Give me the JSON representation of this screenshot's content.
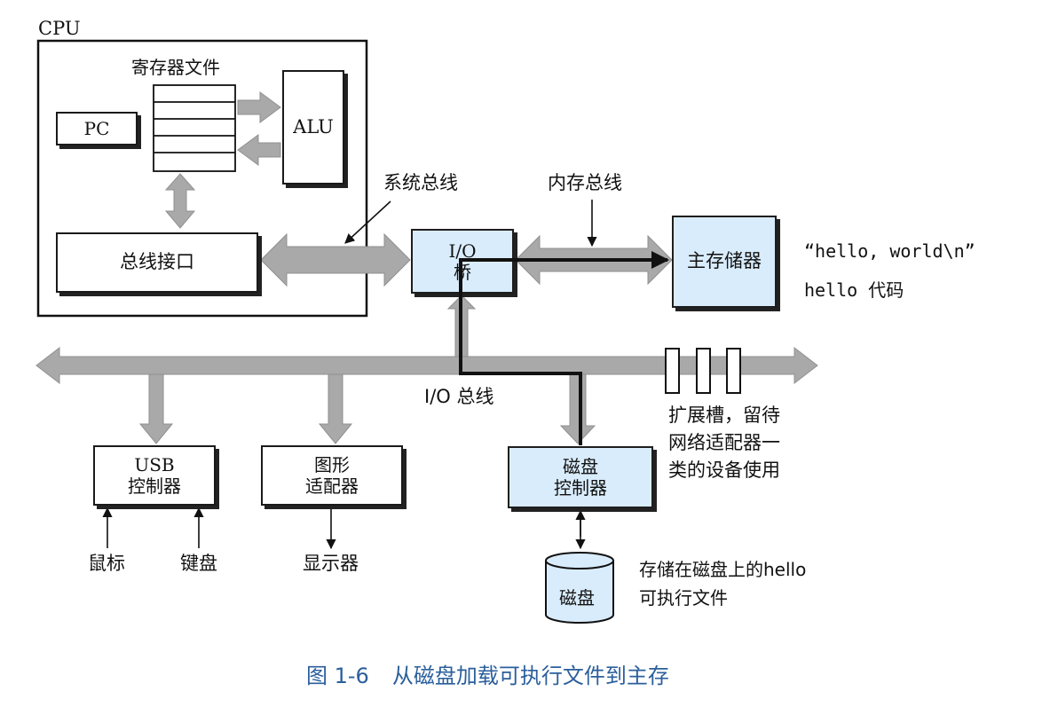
{
  "cpu": {
    "title": "CPU",
    "register_file": "寄存器文件",
    "pc": "PC",
    "alu": "ALU",
    "bus_interface": "总线接口"
  },
  "buses": {
    "system_bus": "系统总线",
    "memory_bus": "内存总线",
    "io_bus": "I/O 总线"
  },
  "io_bridge": {
    "line1": "I/O",
    "line2": "桥"
  },
  "main_memory": {
    "label": "主存储器",
    "data_string": "“hello, world\\n”",
    "code_label": "hello 代码"
  },
  "expansion_slots": {
    "line1": "扩展槽，留待",
    "line2": "网络适配器一",
    "line3": "类的设备使用"
  },
  "usb_controller": {
    "line1": "USB",
    "line2": "控制器",
    "mouse": "鼠标",
    "keyboard": "键盘"
  },
  "graphics_adapter": {
    "line1": "图形",
    "line2": "适配器",
    "display": "显示器"
  },
  "disk_controller": {
    "line1": "磁盘",
    "line2": "控制器"
  },
  "disk": {
    "label": "磁盘",
    "note_line1": "存储在磁盘上的hello",
    "note_line2": "可执行文件"
  },
  "caption": {
    "number": "图 1-6",
    "text": "从磁盘加载可执行文件到主存"
  },
  "colors": {
    "bus_gray": "#a9a9a9",
    "bridge_blue": "#d9ecfb",
    "caption_blue": "#2b5f9c"
  }
}
